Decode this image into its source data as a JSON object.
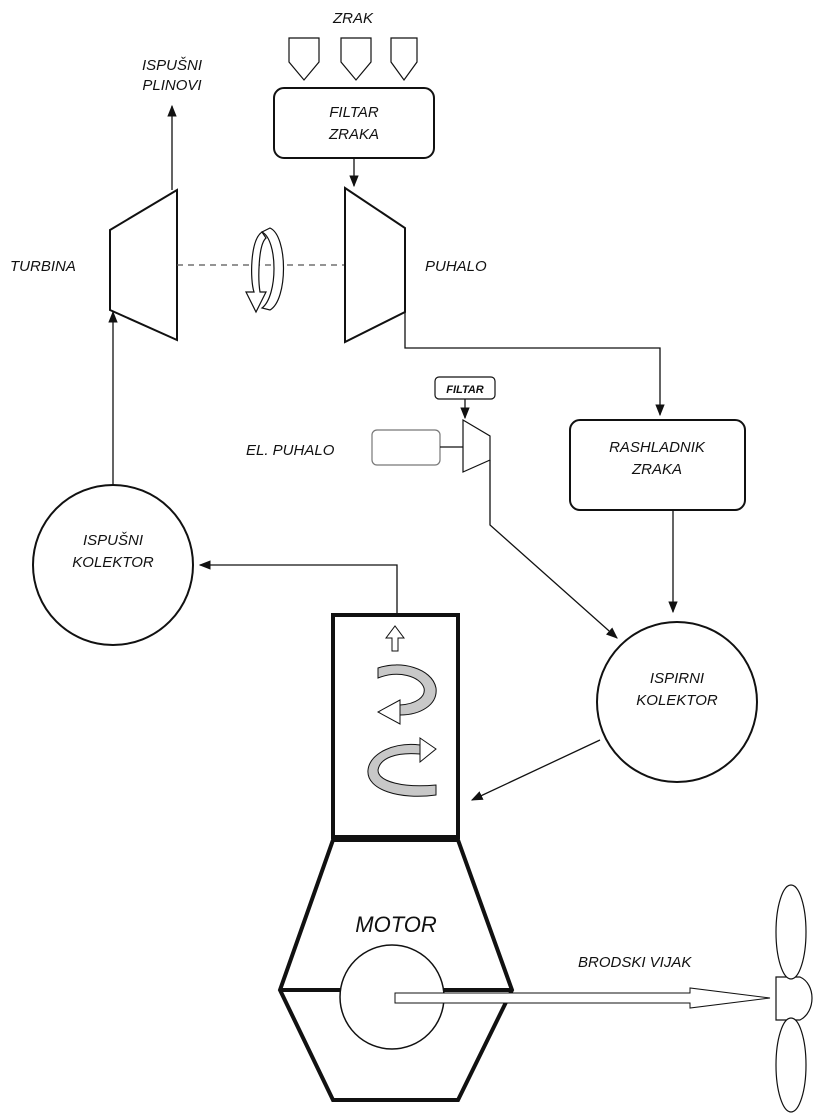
{
  "labels": {
    "zrak": "ZRAK",
    "ispusni_plinovi_1": "ISPUŠNI",
    "ispusni_plinovi_2": "PLINOVI",
    "filtar_zraka_1": "FILTAR",
    "filtar_zraka_2": "ZRAKA",
    "turbina": "TURBINA",
    "puhalo": "PUHALO",
    "filtar": "FILTAR",
    "el_puhalo": "EL. PUHALO",
    "rashladnik_1": "RASHLADNIK",
    "rashladnik_2": "ZRAKA",
    "ispusni_kolektor_1": "ISPUŠNI",
    "ispusni_kolektor_2": "KOLEKTOR",
    "ispirni_kolektor_1": "ISPIRNI",
    "ispirni_kolektor_2": "KOLEKTOR",
    "motor": "MOTOR",
    "brodski_vijak": "BRODSKI VIJAK"
  },
  "colors": {
    "stroke": "#111111",
    "arrow_fill": "#d9d9d9"
  }
}
